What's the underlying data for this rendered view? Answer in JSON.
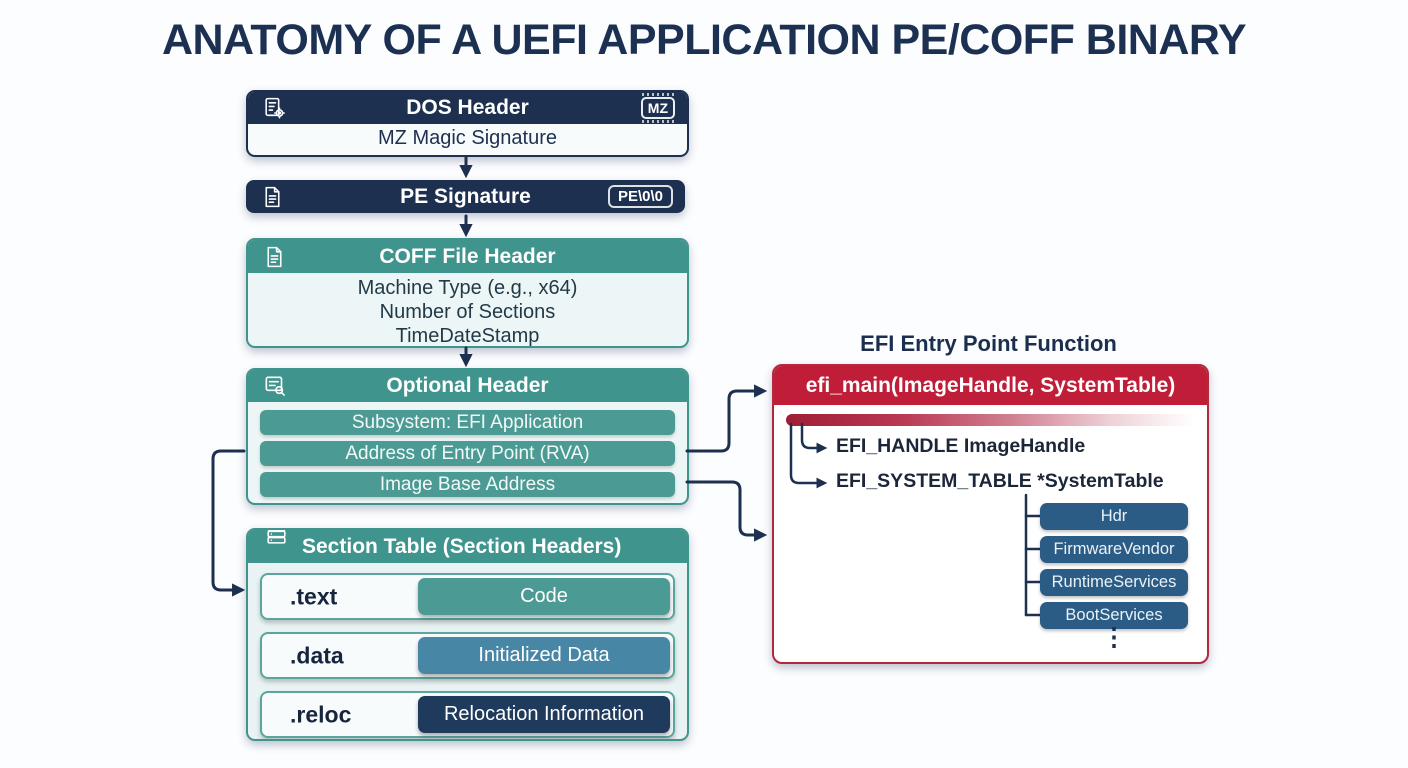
{
  "title": "ANATOMY OF A UEFI APPLICATION PE/COFF BINARY",
  "colors": {
    "navy": "#1d3050",
    "teal": "#3f948e",
    "red": "#c01e38",
    "steel_blue": "#2b5c85",
    "light_panel": "#edf6f6",
    "badge_code": "#4b9b94",
    "badge_data": "#4886a6",
    "badge_reloc": "#1e3a5c"
  },
  "icons": {
    "dos_header": "document-gear-icon",
    "pe_signature": "document-icon",
    "coff_file_header": "document-icon",
    "optional_header": "list-search-icon",
    "section_table": "server-stack-icon"
  },
  "diagram": {
    "dos_header": {
      "title": "DOS Header",
      "badge": "MZ",
      "field": "MZ Magic Signature"
    },
    "pe_signature": {
      "title": "PE Signature",
      "badge": "PE\\0\\0"
    },
    "coff_file_header": {
      "title": "COFF File Header",
      "fields": [
        "Machine Type (e.g., x64)",
        "Number of Sections",
        "TimeDateStamp"
      ]
    },
    "optional_header": {
      "title": "Optional Header",
      "fields": [
        "Subsystem: EFI Application",
        "Address of Entry Point (RVA)",
        "Image Base Address"
      ]
    },
    "section_table": {
      "title": "Section Table (Section Headers)",
      "rows": [
        {
          "name": ".text",
          "content": "Code"
        },
        {
          "name": ".data",
          "content": "Initialized Data"
        },
        {
          "name": ".reloc",
          "content": "Relocation Information"
        }
      ]
    },
    "entry_point": {
      "heading": "EFI Entry Point Function",
      "signature": "efi_main(ImageHandle, SystemTable)",
      "parameters": [
        "EFI_HANDLE ImageHandle",
        "EFI_SYSTEM_TABLE *SystemTable"
      ],
      "system_table_fields": [
        "Hdr",
        "FirmwareVendor",
        "RuntimeServices",
        "BootServices"
      ],
      "ellipsis": "⋮"
    }
  }
}
